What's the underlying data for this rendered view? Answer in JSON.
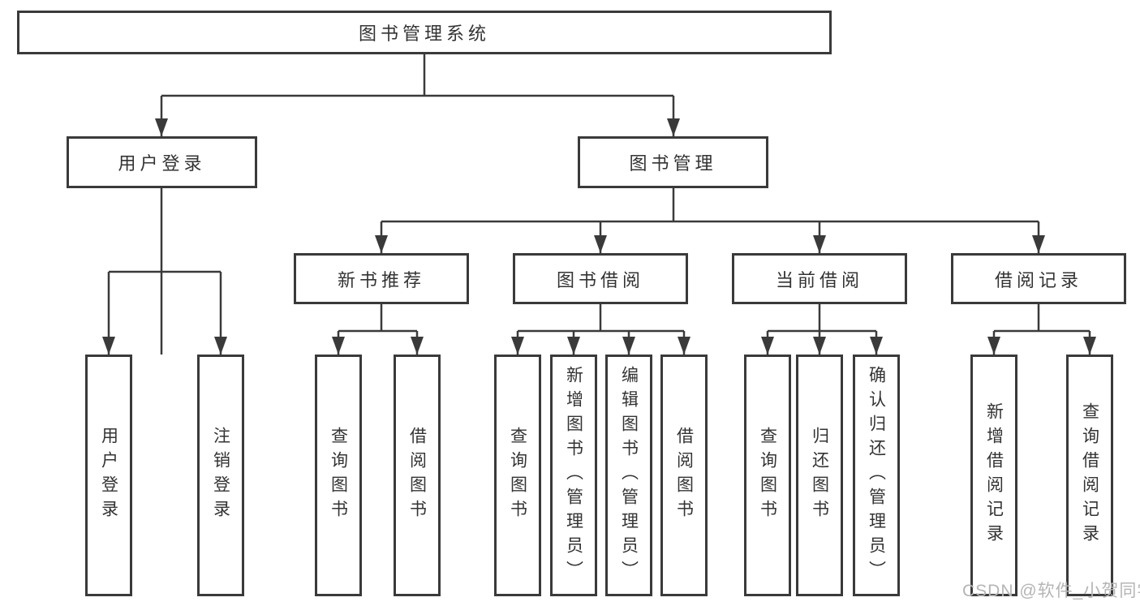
{
  "diagram": {
    "root": {
      "label": "图书管理系统"
    },
    "level2": [
      {
        "label": "用户登录"
      },
      {
        "label": "图书管理"
      }
    ],
    "level3": [
      {
        "label": "新书推荐"
      },
      {
        "label": "图书借阅"
      },
      {
        "label": "当前借阅"
      },
      {
        "label": "借阅记录"
      }
    ],
    "leaves": {
      "user_login": [
        "用户登录",
        "注销登录"
      ],
      "new_book": [
        "查询图书",
        "借阅图书"
      ],
      "book_borrow": [
        "查询图书",
        "新增图书（管理员）",
        "编辑图书（管理员）",
        "借阅图书"
      ],
      "current_borrow": [
        "查询图书",
        "归还图书",
        "确认归还（管理员）"
      ],
      "borrow_record": [
        "新增借阅记录",
        "查询借阅记录"
      ]
    }
  },
  "watermark": "CSDN @软件_小贺同学",
  "colors": {
    "line": "#3a3a3a",
    "text": "#333333",
    "watermark": "#b5b5b5",
    "background": "#ffffff"
  }
}
